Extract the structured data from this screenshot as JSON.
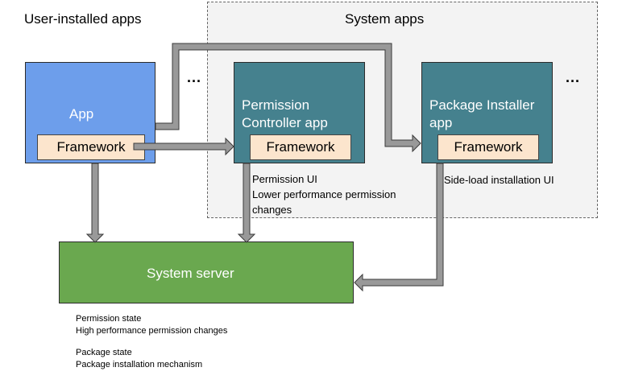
{
  "labels": {
    "user_installed": "User-installed apps",
    "system_apps": "System apps",
    "ellipsis_left": "...",
    "ellipsis_right": "..."
  },
  "boxes": {
    "app": {
      "title": "App",
      "framework": "Framework"
    },
    "permission_controller": {
      "title_line1": "Permission",
      "title_line2": "Controller app",
      "framework": "Framework"
    },
    "package_installer": {
      "title_line1": "Package Installer",
      "title_line2": "app",
      "framework": "Framework"
    },
    "system_server": {
      "title": "System server"
    }
  },
  "annotations": {
    "permission_ui": "Permission UI",
    "lower_perf_line1": "Lower performance permission",
    "lower_perf_line2": "changes",
    "sideload_ui": "Side-load installation UI"
  },
  "notes": {
    "permission_state": "Permission state",
    "high_perf": "High performance permission changes",
    "package_state": "Package state",
    "pkg_mechanism": "Package installation mechanism"
  },
  "colors": {
    "user_app": "#6d9eeb",
    "system_app": "#45818e",
    "system_server": "#6aa84f",
    "framework": "#fce5cd",
    "system_region": "#f3f3f3",
    "arrow_fill": "#999999"
  }
}
